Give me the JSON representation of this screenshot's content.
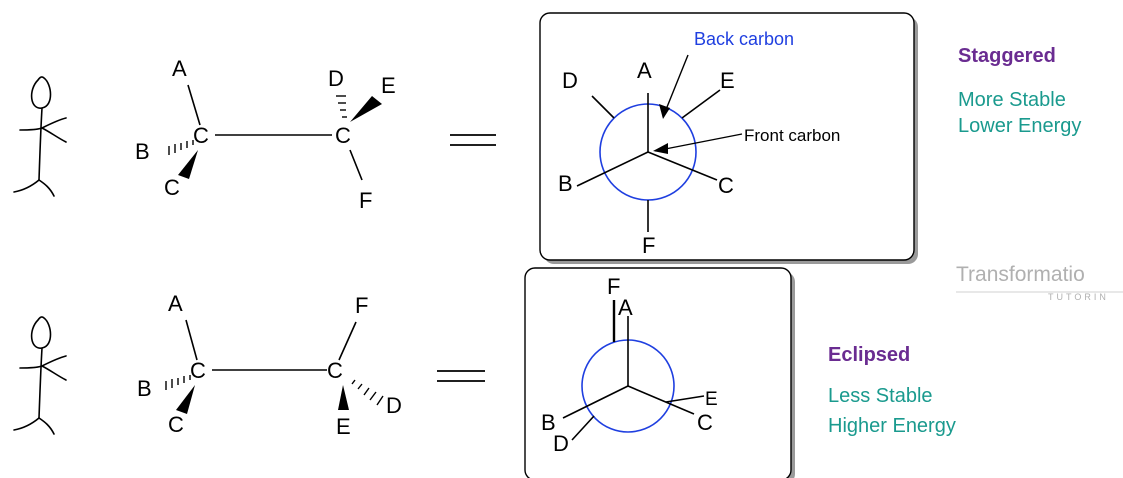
{
  "colors": {
    "title": "#6a2c91",
    "note": "#1a9a8e",
    "blue": "#1f3fe0",
    "logo": "#b0b0b0"
  },
  "staggered": {
    "sawhorse": {
      "A": "A",
      "B": "B",
      "C_left": "C",
      "C_center": "C",
      "C_right": "C",
      "D": "D",
      "E": "E",
      "F": "F"
    },
    "newman": {
      "A": "A",
      "B": "B",
      "C": "C",
      "D": "D",
      "E": "E",
      "F": "F"
    },
    "back_carbon_label": "Back carbon",
    "front_carbon_label": "Front carbon",
    "title": "Staggered",
    "note_line1": "More Stable",
    "note_line2": "Lower Energy"
  },
  "eclipsed": {
    "sawhorse": {
      "A": "A",
      "B": "B",
      "C_left": "C",
      "C_center": "C",
      "C_right": "C",
      "D": "D",
      "E": "E",
      "F": "F"
    },
    "newman": {
      "A": "A",
      "B": "B",
      "C": "C",
      "D": "D",
      "E": "E",
      "F": "F"
    },
    "title": "Eclipsed",
    "note_line1": "Less Stable",
    "note_line2": "Higher Energy"
  },
  "logo": {
    "main": "Transformatio",
    "sub": "TUTORIN"
  }
}
